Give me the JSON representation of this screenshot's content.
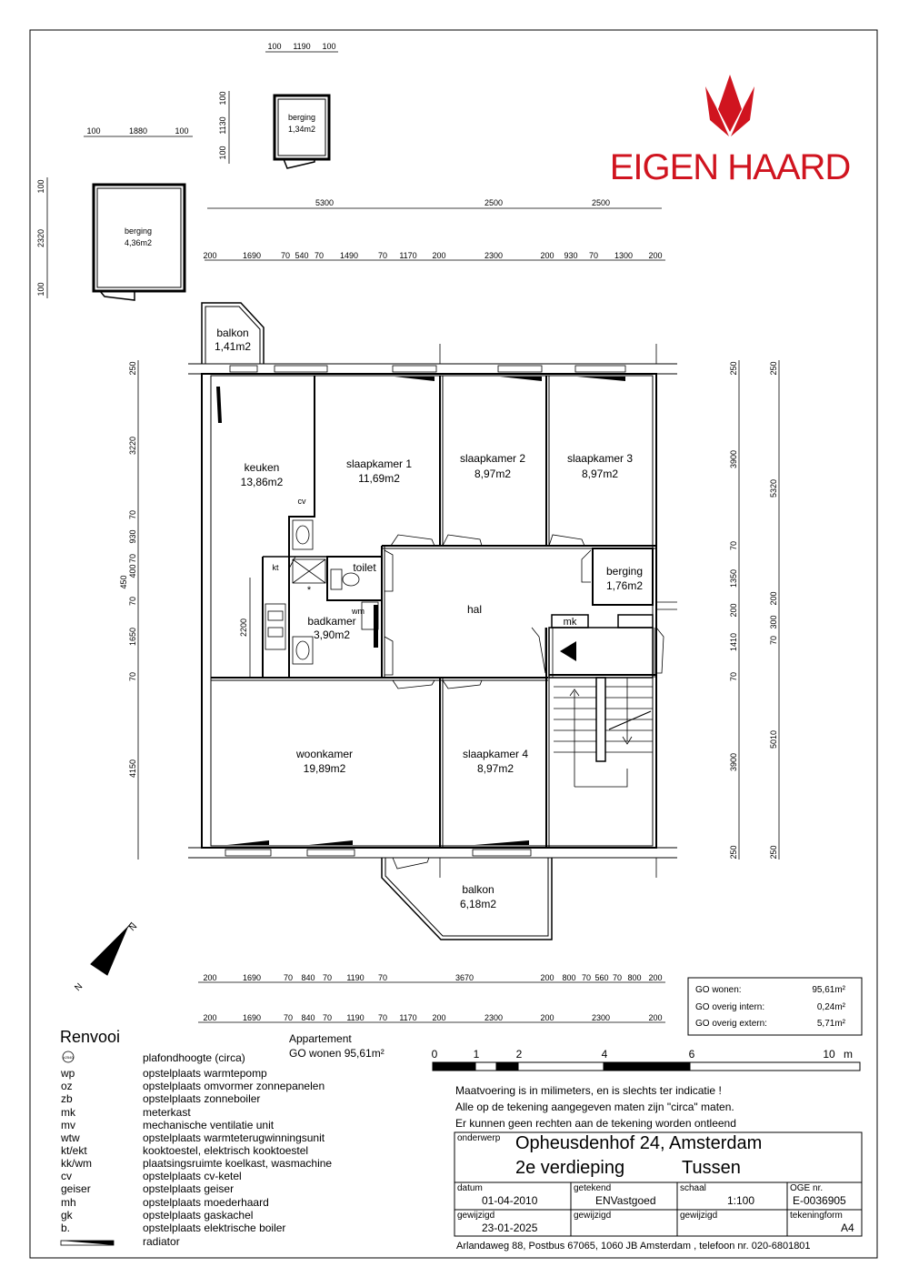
{
  "brand": {
    "name": "EIGEN HAARD",
    "color": "#d0141f"
  },
  "rooms": [
    {
      "id": "balkon-top",
      "name": "balkon",
      "area": "1,41m2"
    },
    {
      "id": "keuken",
      "name": "keuken",
      "area": "13,86m2"
    },
    {
      "id": "slaapkamer1",
      "name": "slaapkamer 1",
      "area": "11,69m2"
    },
    {
      "id": "slaapkamer2",
      "name": "slaapkamer 2",
      "area": "8,97m2"
    },
    {
      "id": "slaapkamer3",
      "name": "slaapkamer 3",
      "area": "8,97m2"
    },
    {
      "id": "berging-hal",
      "name": "berging",
      "area": "1,76m2"
    },
    {
      "id": "toilet",
      "name": "toilet",
      "area": ""
    },
    {
      "id": "badkamer",
      "name": "badkamer",
      "area": "3,90m2"
    },
    {
      "id": "hal",
      "name": "hal",
      "area": ""
    },
    {
      "id": "woonkamer",
      "name": "woonkamer",
      "area": "19,89m2"
    },
    {
      "id": "slaapkamer4",
      "name": "slaapkamer 4",
      "area": "8,97m2"
    },
    {
      "id": "balkon-bottom",
      "name": "balkon",
      "area": "6,18m2"
    },
    {
      "id": "berging-small",
      "name": "berging",
      "area": "1,34m2"
    },
    {
      "id": "berging-large",
      "name": "berging",
      "area": "4,36m2"
    }
  ],
  "plan_labels": {
    "cv": "cv",
    "kt": "kt",
    "wm": "wm",
    "mk": "mk"
  },
  "dimensions": {
    "top_total": [
      "5300",
      "2500",
      "2500"
    ],
    "top_detail": [
      "200",
      "1690",
      "70",
      "540",
      "70",
      "1490",
      "70",
      "1170",
      "200",
      "2300",
      "200",
      "930",
      "70",
      "1300",
      "200"
    ],
    "bottom_row1": [
      "200",
      "1690",
      "70",
      "840",
      "70",
      "1190",
      "70",
      "3670",
      "200",
      "800",
      "70",
      "560",
      "70",
      "800",
      "200"
    ],
    "bottom_row2": [
      "200",
      "1690",
      "70",
      "840",
      "70",
      "1190",
      "70",
      "1170",
      "200",
      "2300",
      "200",
      "2300",
      "200"
    ],
    "left": [
      "250",
      "3220",
      "70",
      "930",
      "70",
      "400",
      "70",
      "1650",
      "70",
      "4150"
    ],
    "left_extra": [
      "450"
    ],
    "inner_left": [
      "2200"
    ],
    "right1": [
      "250",
      "3900",
      "70",
      "1350",
      "200",
      "1410",
      "70",
      "3900",
      "250"
    ],
    "right2": [
      "250",
      "5320",
      "200",
      "300",
      "70",
      "5010",
      "250"
    ],
    "small_storage_h": [
      "100",
      "1190",
      "100"
    ],
    "small_storage_v": [
      "100",
      "1130",
      "100"
    ],
    "large_storage_h": [
      "100",
      "1880",
      "100"
    ],
    "large_storage_v": [
      "100",
      "2320",
      "100"
    ]
  },
  "go_table": [
    {
      "label": "GO wonen:",
      "value": "95,61m²"
    },
    {
      "label": "GO overig intern:",
      "value": "0,24m²"
    },
    {
      "label": "GO overig extern:",
      "value": "5,71m²"
    }
  ],
  "appartement": {
    "line1": "Appartement",
    "line2": "GO wonen 95,61m²"
  },
  "scale_bar": {
    "ticks": [
      "0",
      "1",
      "2",
      "4",
      "6",
      "10"
    ],
    "unit": "m"
  },
  "notes": [
    "Maatvoering is in milimeters, en is slechts ter indicatie !",
    "Alle op de tekening aangegeven maten zijn \"circa\" maten.",
    "Er kunnen geen rechten aan de tekening worden ontleend"
  ],
  "legend": {
    "title": "Renvooi",
    "ceiling_symbol": "±2540",
    "items": [
      {
        "code": "",
        "desc": "plafondhoogte (circa)"
      },
      {
        "code": "wp",
        "desc": "opstelplaats warmtepomp"
      },
      {
        "code": "oz",
        "desc": "opstelplaats omvormer zonnepanelen"
      },
      {
        "code": "zb",
        "desc": "opstelplaats zonneboiler"
      },
      {
        "code": "mk",
        "desc": "meterkast"
      },
      {
        "code": "mv",
        "desc": "mechanische ventilatie unit"
      },
      {
        "code": "wtw",
        "desc": "opstelplaats warmteterugwinningsunit"
      },
      {
        "code": "kt/ekt",
        "desc": "kooktoestel, elektrisch kooktoestel"
      },
      {
        "code": "kk/wm",
        "desc": "plaatsingsruimte koelkast, wasmachine"
      },
      {
        "code": "cv",
        "desc": "opstelplaats cv-ketel"
      },
      {
        "code": "geiser",
        "desc": "opstelplaats geiser"
      },
      {
        "code": "mh",
        "desc": "opstelplaats moederhaard"
      },
      {
        "code": "gk",
        "desc": "opstelplaats gaskachel"
      },
      {
        "code": "b.",
        "desc": "opstelplaats elektrische boiler"
      },
      {
        "code": "",
        "desc": "radiator"
      }
    ]
  },
  "title_block": {
    "onderwerp_label": "onderwerp",
    "address": "Opheusdenhof 24, Amsterdam",
    "floor": "2e verdieping",
    "type": "Tussen",
    "datum_label": "datum",
    "datum": "01-04-2010",
    "getekend_label": "getekend",
    "getekend": "ENVastgoed",
    "schaal_label": "schaal",
    "schaal": "1:100",
    "oge_label": "OGE nr.",
    "oge": "E-0036905",
    "gewijzigd_label": "gewijzigd",
    "gewijzigd": "23-01-2025",
    "gewijzigd2_label": "gewijzigd",
    "gewijzigd3_label": "gewijzigd",
    "tekeningform_label": "tekeningform",
    "tekeningform": "A4",
    "footer": "Arlandaweg 88, Postbus 67065, 1060 JB Amsterdam , telefoon nr. 020-6801801"
  }
}
